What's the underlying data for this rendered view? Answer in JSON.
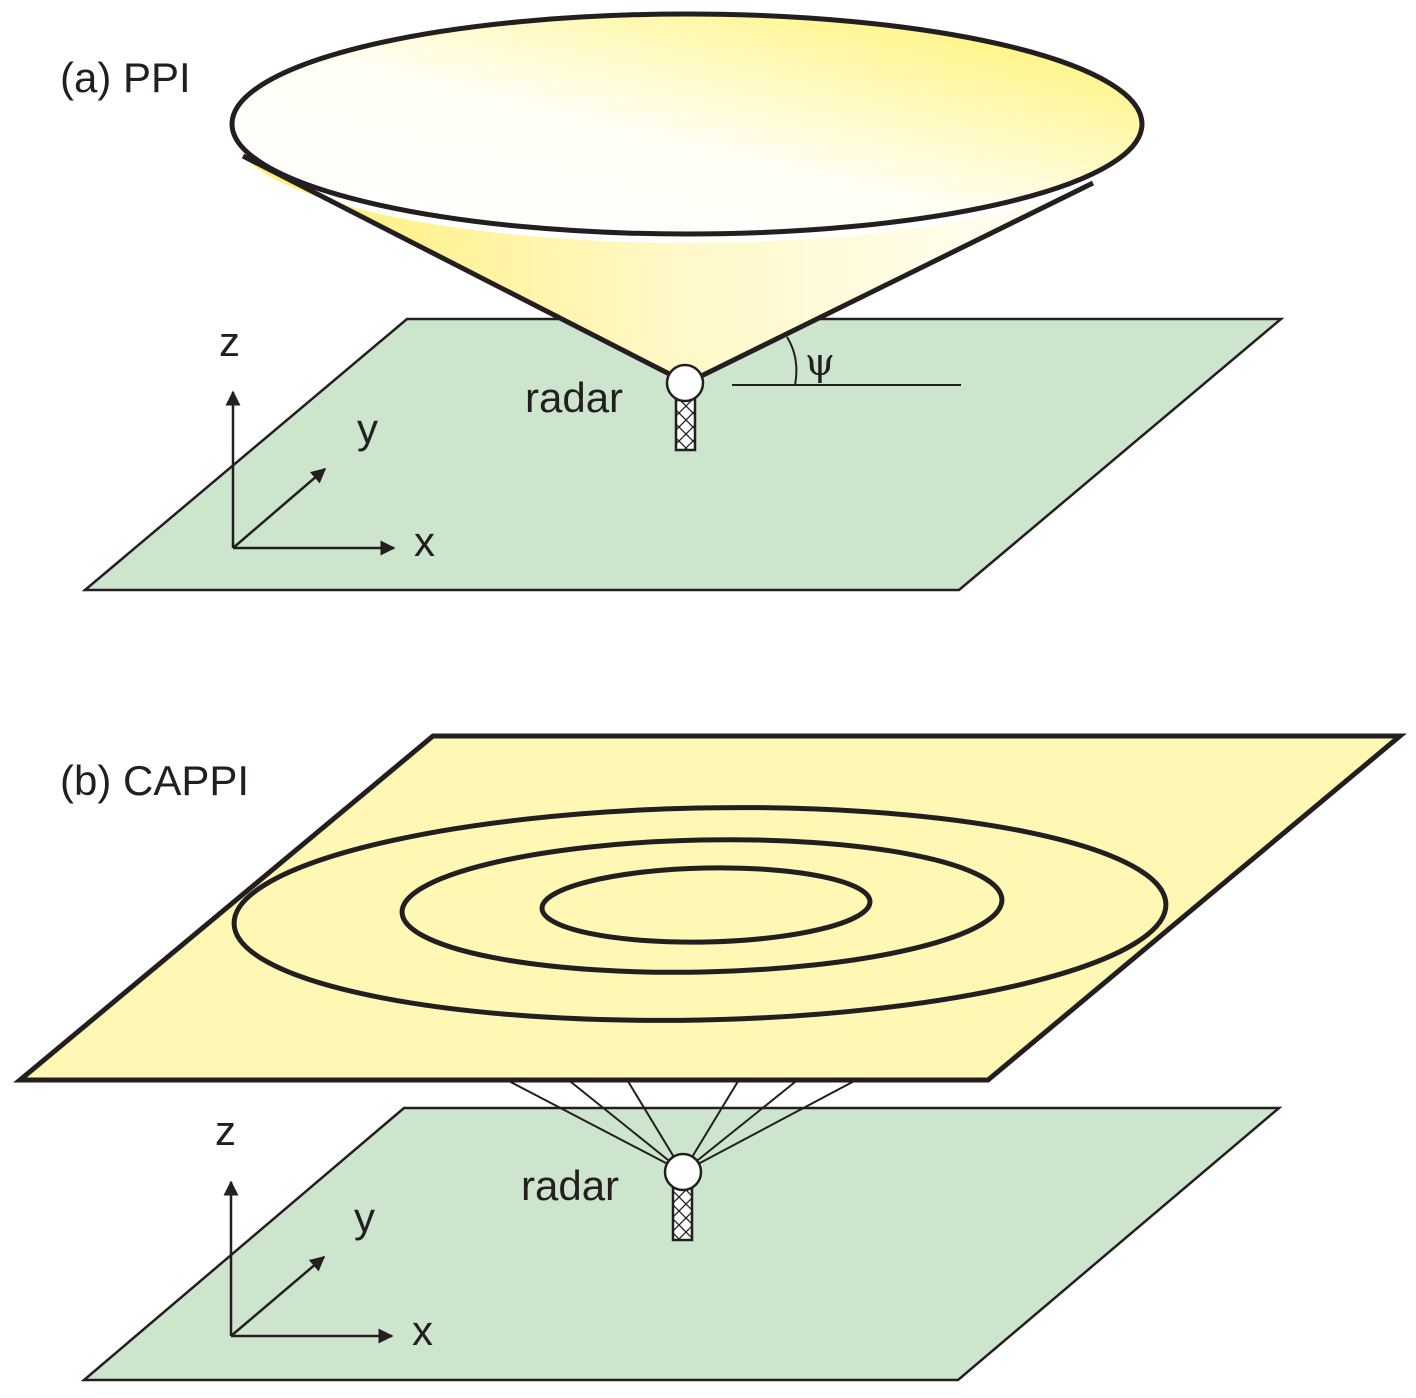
{
  "panels": [
    {
      "id": "a",
      "title": "(a) PPI",
      "radar_label": "radar",
      "angle_label": "ψ",
      "axes": {
        "x": "x",
        "y": "y",
        "z": "z"
      }
    },
    {
      "id": "b",
      "title": "(b) CAPPI",
      "radar_label": "radar",
      "axes": {
        "x": "x",
        "y": "y",
        "z": "z"
      }
    }
  ],
  "colors": {
    "ground": "#cce5cc",
    "cone_light": "#ffffff",
    "cone_yellow": "#fff266",
    "cappi_plane": "#fff8b4",
    "outline": "#231f20"
  }
}
